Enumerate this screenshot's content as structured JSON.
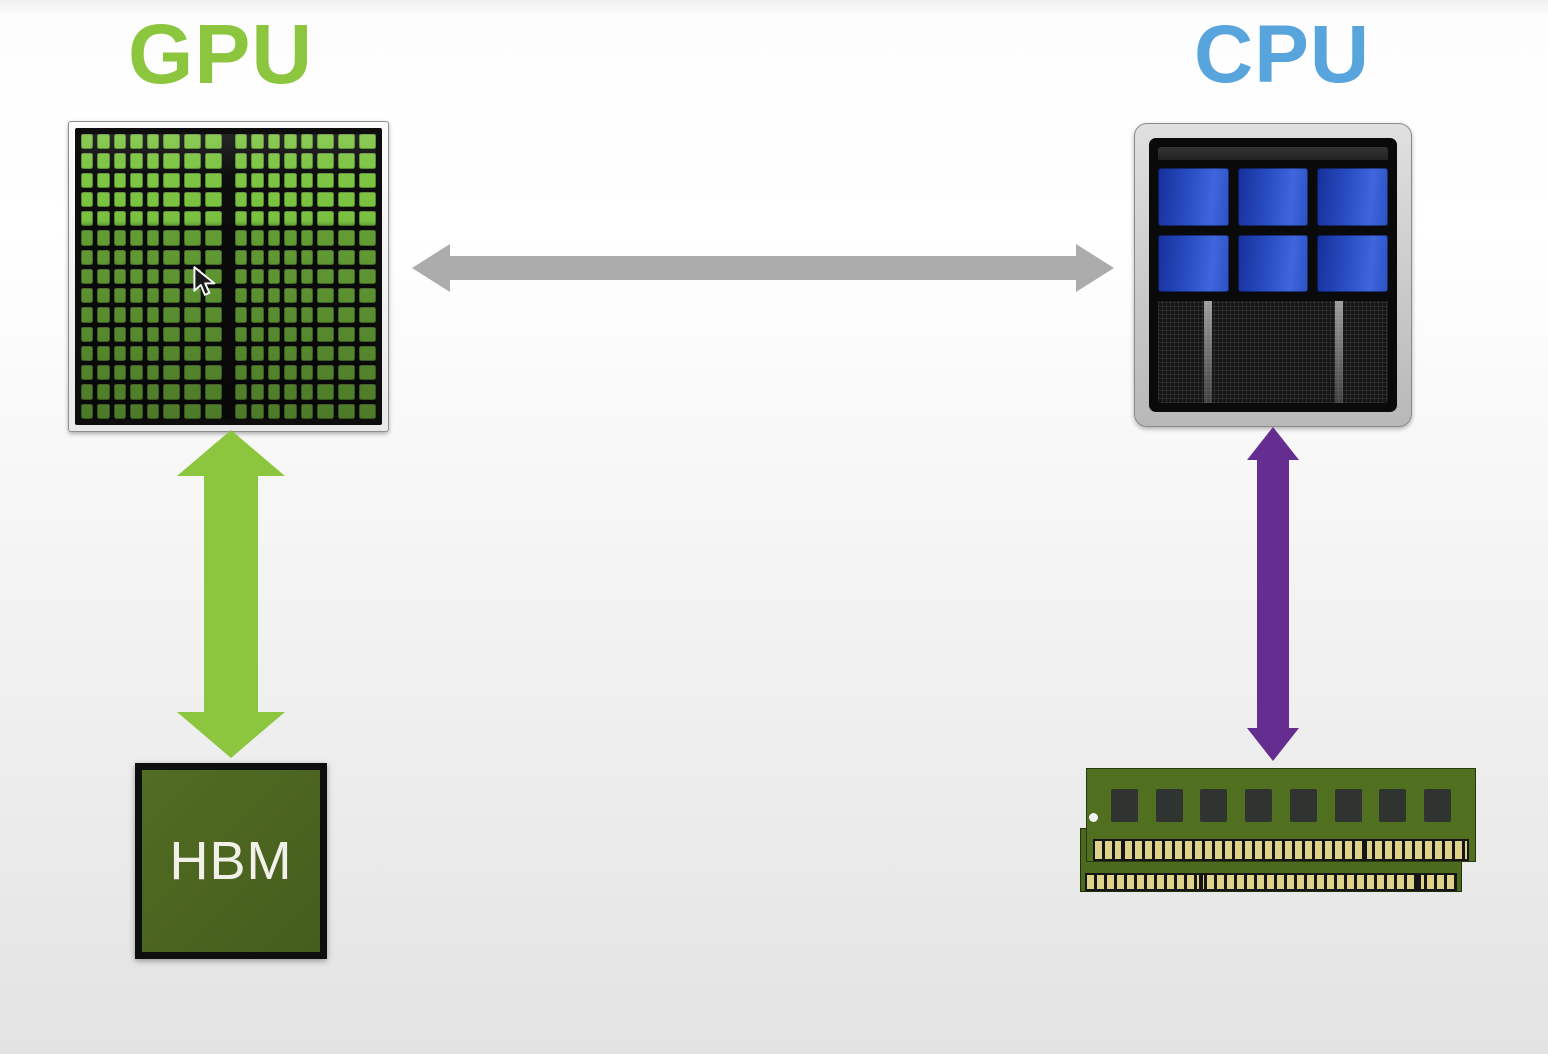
{
  "labels": {
    "gpu": "GPU",
    "cpu": "CPU",
    "hbm": "HBM"
  },
  "colors": {
    "gpu_label": "#8CC63E",
    "cpu_label": "#58A4DC",
    "gpu_cell": "#7CC441",
    "gpu_cpu_arrow": "#ACACAC",
    "gpu_hbm_arrow": "#8CC63E",
    "cpu_ram_arrow": "#662D91",
    "hbm_box": "#47611E",
    "cpu_core_blue": "#2A4FC5",
    "ram_pcb": "#50701F",
    "ram_pin": "#DCD28A",
    "ram_chip": "#2F3431"
  },
  "gpu_chip": {
    "rows": 15,
    "cols": 8,
    "halves": 2,
    "half_columns": "repeat(5, 1fr) 1.35fr 1.35fr 1.35fr"
  },
  "cpu_chip": {
    "core_rows": 2,
    "core_cols": 3,
    "cache_stripes": 2
  },
  "ram": {
    "chips": 8,
    "modules": 2
  }
}
